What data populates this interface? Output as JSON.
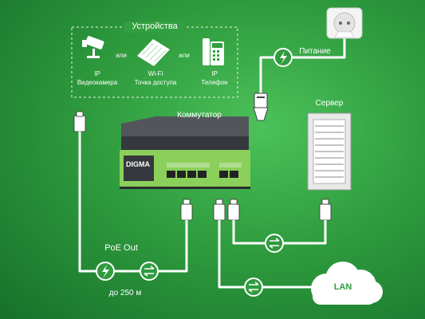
{
  "devices": {
    "title": "Устройства",
    "or_label": "или",
    "camera": {
      "line1": "IP",
      "line2": "Видеокамера"
    },
    "access_point": {
      "line1": "Wi-Fi",
      "line2": "Точка доступа"
    },
    "phone": {
      "line1": "IP",
      "line2": "Телефон"
    }
  },
  "power": {
    "label": "Питание"
  },
  "switch": {
    "label": "Коммутатор",
    "brand": "DIGMA"
  },
  "server": {
    "label": "Сервер"
  },
  "poe": {
    "label": "PoE Out",
    "distance": "до 250 м"
  },
  "lan": {
    "label": "LAN"
  },
  "colors": {
    "background": "#2f9c3e",
    "accent": "#8fd14f",
    "line": "#ffffff",
    "switch_body": "#3b3e42"
  }
}
